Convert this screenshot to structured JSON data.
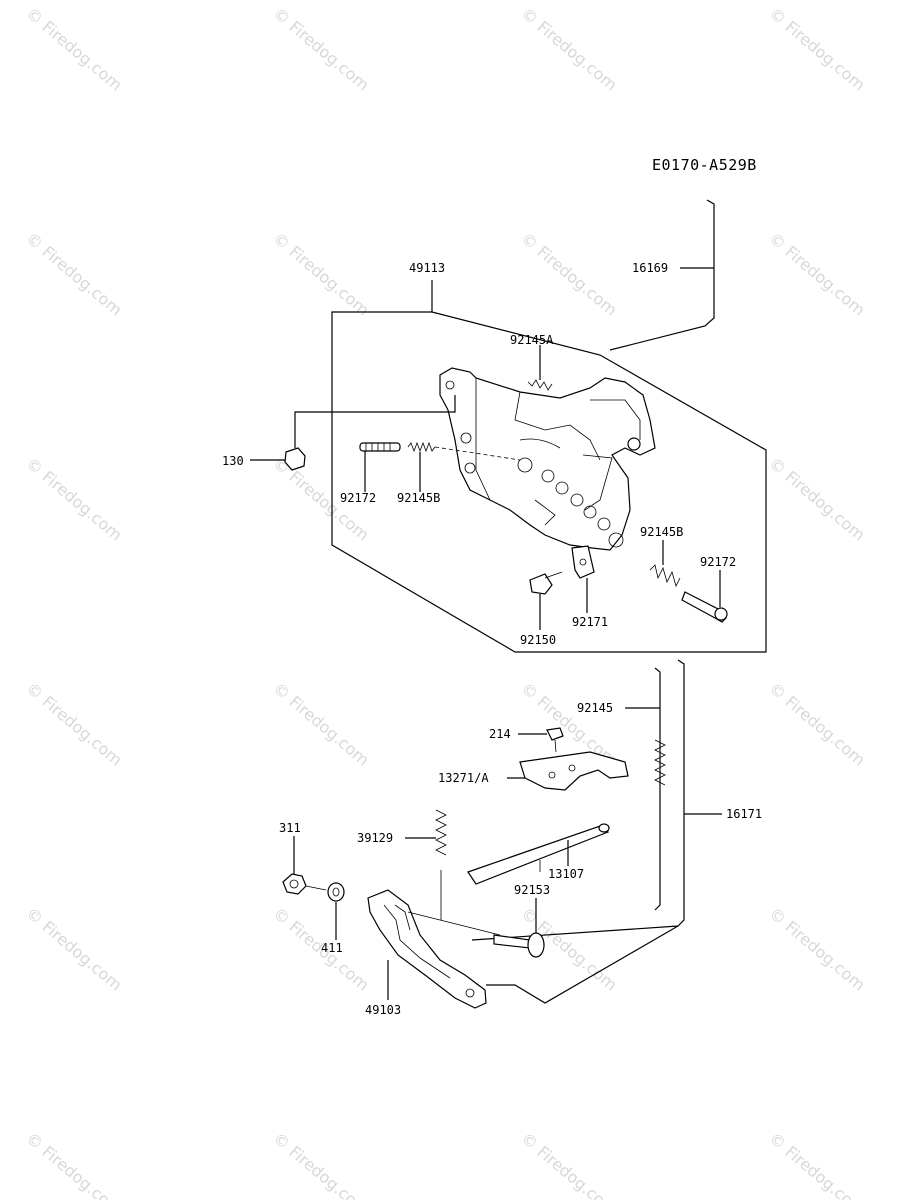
{
  "diagram_code": "E0170-A529B",
  "watermark": "© Firedog.com",
  "labels": {
    "p16169": "16169",
    "p49113": "49113",
    "p92145A": "92145A",
    "p130": "130",
    "p92172_left": "92172",
    "p92145B_left": "92145B",
    "p92145B_right": "92145B",
    "p92172_right": "92172",
    "p92171": "92171",
    "p92150": "92150",
    "p92145": "92145",
    "p214": "214",
    "p13271A": "13271/A",
    "p16171": "16171",
    "p311": "311",
    "p39129": "39129",
    "p13107": "13107",
    "p92153": "92153",
    "p411": "411",
    "p49103": "49103"
  }
}
